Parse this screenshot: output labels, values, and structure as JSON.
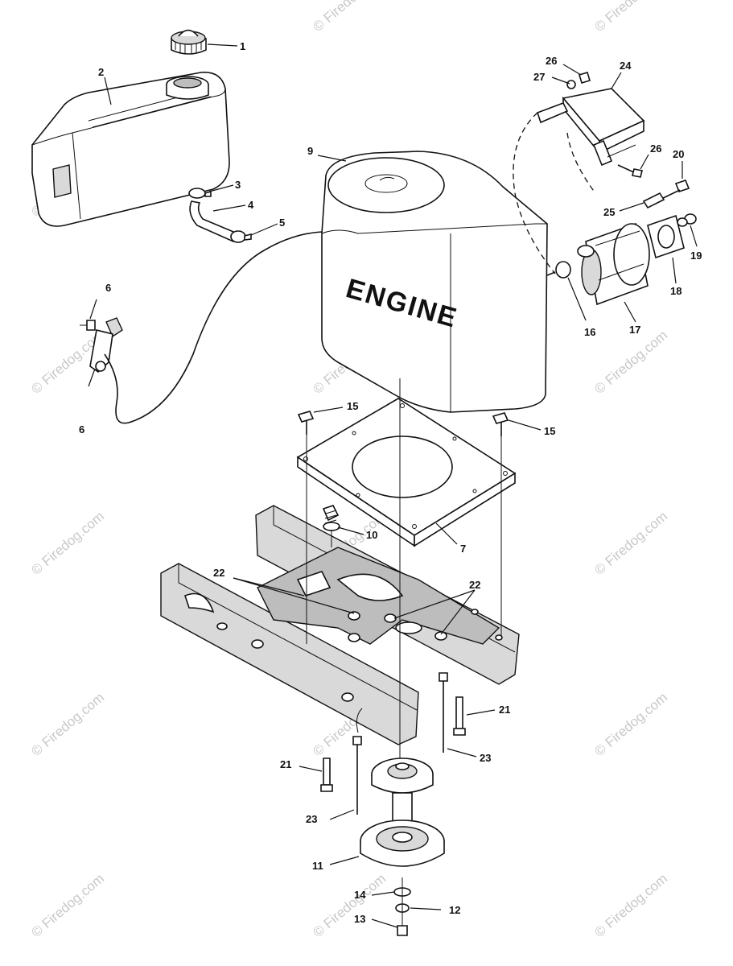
{
  "watermark": "© Firedog.com",
  "engine_label": "ENGINE",
  "callouts": {
    "c1": "1",
    "c2": "2",
    "c3": "3",
    "c4": "4",
    "c5": "5",
    "c6a": "6",
    "c6b": "6",
    "c7": "7",
    "c9": "9",
    "c10": "10",
    "c11": "11",
    "c12": "12",
    "c13": "13",
    "c14": "14",
    "c15a": "15",
    "c15b": "15",
    "c16": "16",
    "c17": "17",
    "c18": "18",
    "c19": "19",
    "c20": "20",
    "c21a": "21",
    "c21b": "21",
    "c22a": "22",
    "c22b": "22",
    "c23a": "23",
    "c23b": "23",
    "c24": "24",
    "c25": "25",
    "c26a": "26",
    "c26b": "26",
    "c27": "27"
  }
}
